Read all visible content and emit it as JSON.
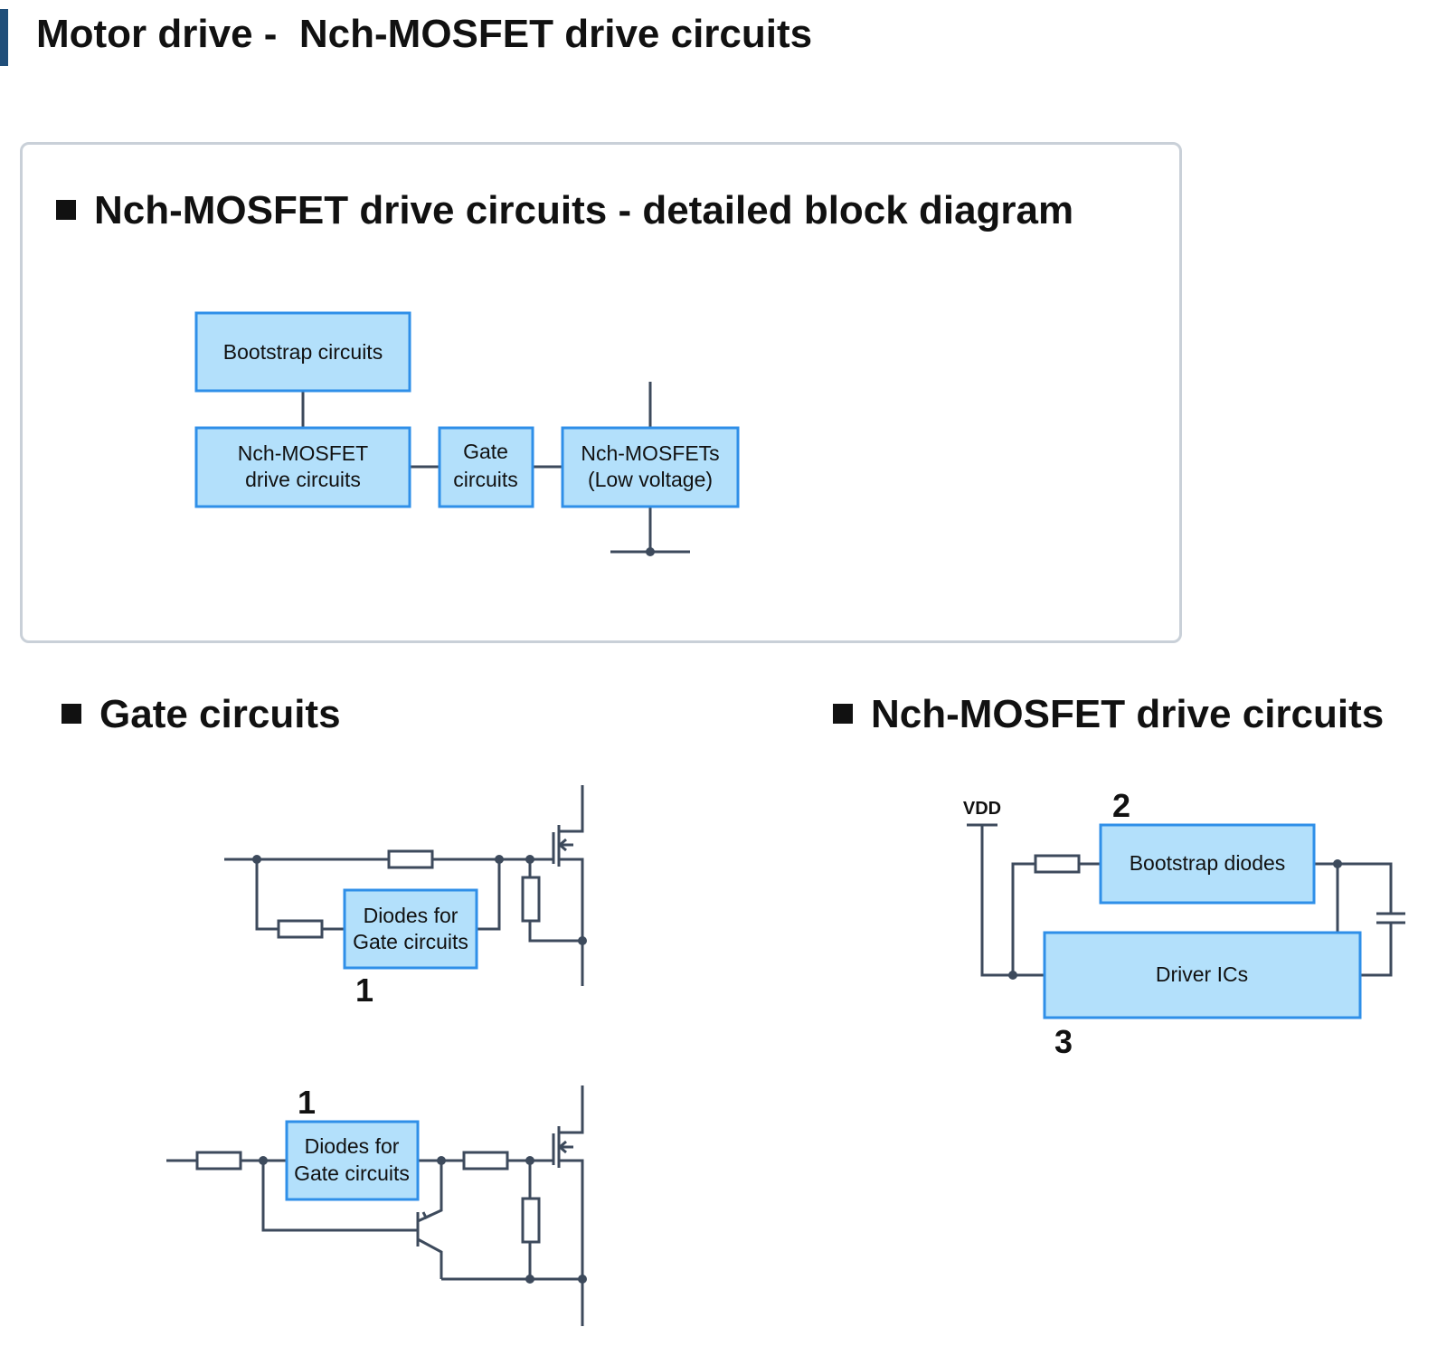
{
  "page": {
    "title": "Motor drive -  Nch-MOSFET drive circuits",
    "accent_color": "#1f4e79"
  },
  "block_diagram": {
    "heading": "Nch-MOSFET drive circuits - detailed block diagram",
    "blocks": {
      "bootstrap": [
        "Bootstrap circuits"
      ],
      "drive": [
        "Nch-MOSFET",
        "drive circuits"
      ],
      "gate": [
        "Gate",
        "circuits"
      ],
      "mosfets": [
        "Nch-MOSFETs",
        "(Low voltage)"
      ]
    }
  },
  "gate_section": {
    "heading": "Gate circuits",
    "circuit_a": {
      "block": [
        "Diodes for",
        "Gate circuits"
      ],
      "number": "1"
    },
    "circuit_b": {
      "block": [
        "Diodes for",
        "Gate circuits"
      ],
      "number": "1"
    }
  },
  "drive_section": {
    "heading": "Nch-MOSFET drive circuits",
    "vdd_label": "VDD",
    "bootstrap_block": "Bootstrap diodes",
    "bootstrap_number": "2",
    "driver_block": "Driver ICs",
    "driver_number": "3"
  },
  "colors": {
    "block_fill": "#b3e0fb",
    "block_border": "#2f8fe8",
    "wire": "#3d4a5c",
    "frame_border": "#c9d0d8"
  }
}
